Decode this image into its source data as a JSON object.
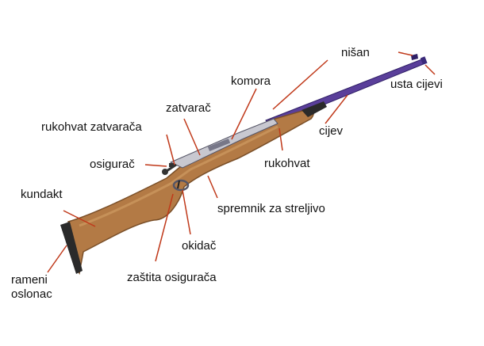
{
  "colors": {
    "leader": "#c0391a",
    "stock": "#b37a45",
    "stock_dark": "#7a4f28",
    "stock_light": "#cf9b63",
    "butt_pad": "#2a2a2a",
    "barrel": "#5a3f9a",
    "barrel_dark": "#2f1f66",
    "metal": "#c8c8d0",
    "metal_dark": "#555566",
    "label_text": "#111111"
  },
  "labels": {
    "nisan": "nišan",
    "usta_cijevi": "usta cijevi",
    "komora": "komora",
    "zatvarac": "zatvarač",
    "cijev": "cijev",
    "rukohvat_zatvaraca": "rukohvat zatvarača",
    "osigurac": "osigurač",
    "rukohvat": "rukohvat",
    "kundakt": "kundakt",
    "spremnik": "spremnik za streljivo",
    "okidac": "okidač",
    "zastita_osiguraca": "zaštita osigurača",
    "rameni_oslonac": "rameni oslonac"
  }
}
